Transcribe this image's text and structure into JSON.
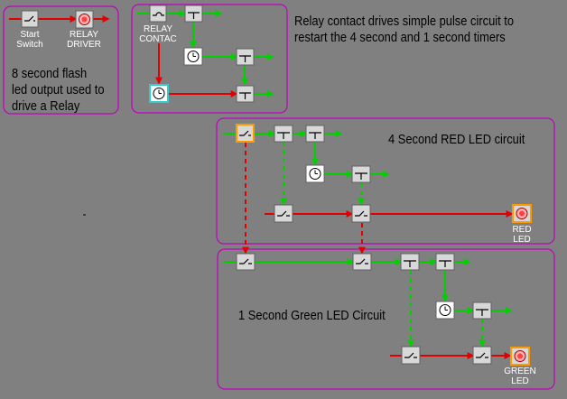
{
  "labels": {
    "start_switch": [
      "Start",
      "Switch"
    ],
    "relay_driver": [
      "RELAY",
      "DRIVER"
    ],
    "relay_contact": [
      "RELAY",
      "CONTAC"
    ],
    "red_led": [
      "RED",
      "LED"
    ],
    "green_led": [
      "GREEN",
      "LED"
    ]
  },
  "notes": {
    "flash_note": [
      "8 second flash",
      "led output used to",
      "drive a  Relay"
    ],
    "relay_note": [
      "Relay contact drives simple pulse circuit to",
      "restart the 4 second and 1 second timers"
    ]
  },
  "sections": {
    "red_circuit": "4 Second RED LED circuit",
    "green_circuit": "1 Second Green LED Circuit"
  },
  "colors": {
    "background": "#808080",
    "group_border": "#c000c0",
    "power_line": "#e00000",
    "signal_line": "#00d000",
    "block_face": "#d8d8d8",
    "highlight": "#ff9900"
  }
}
